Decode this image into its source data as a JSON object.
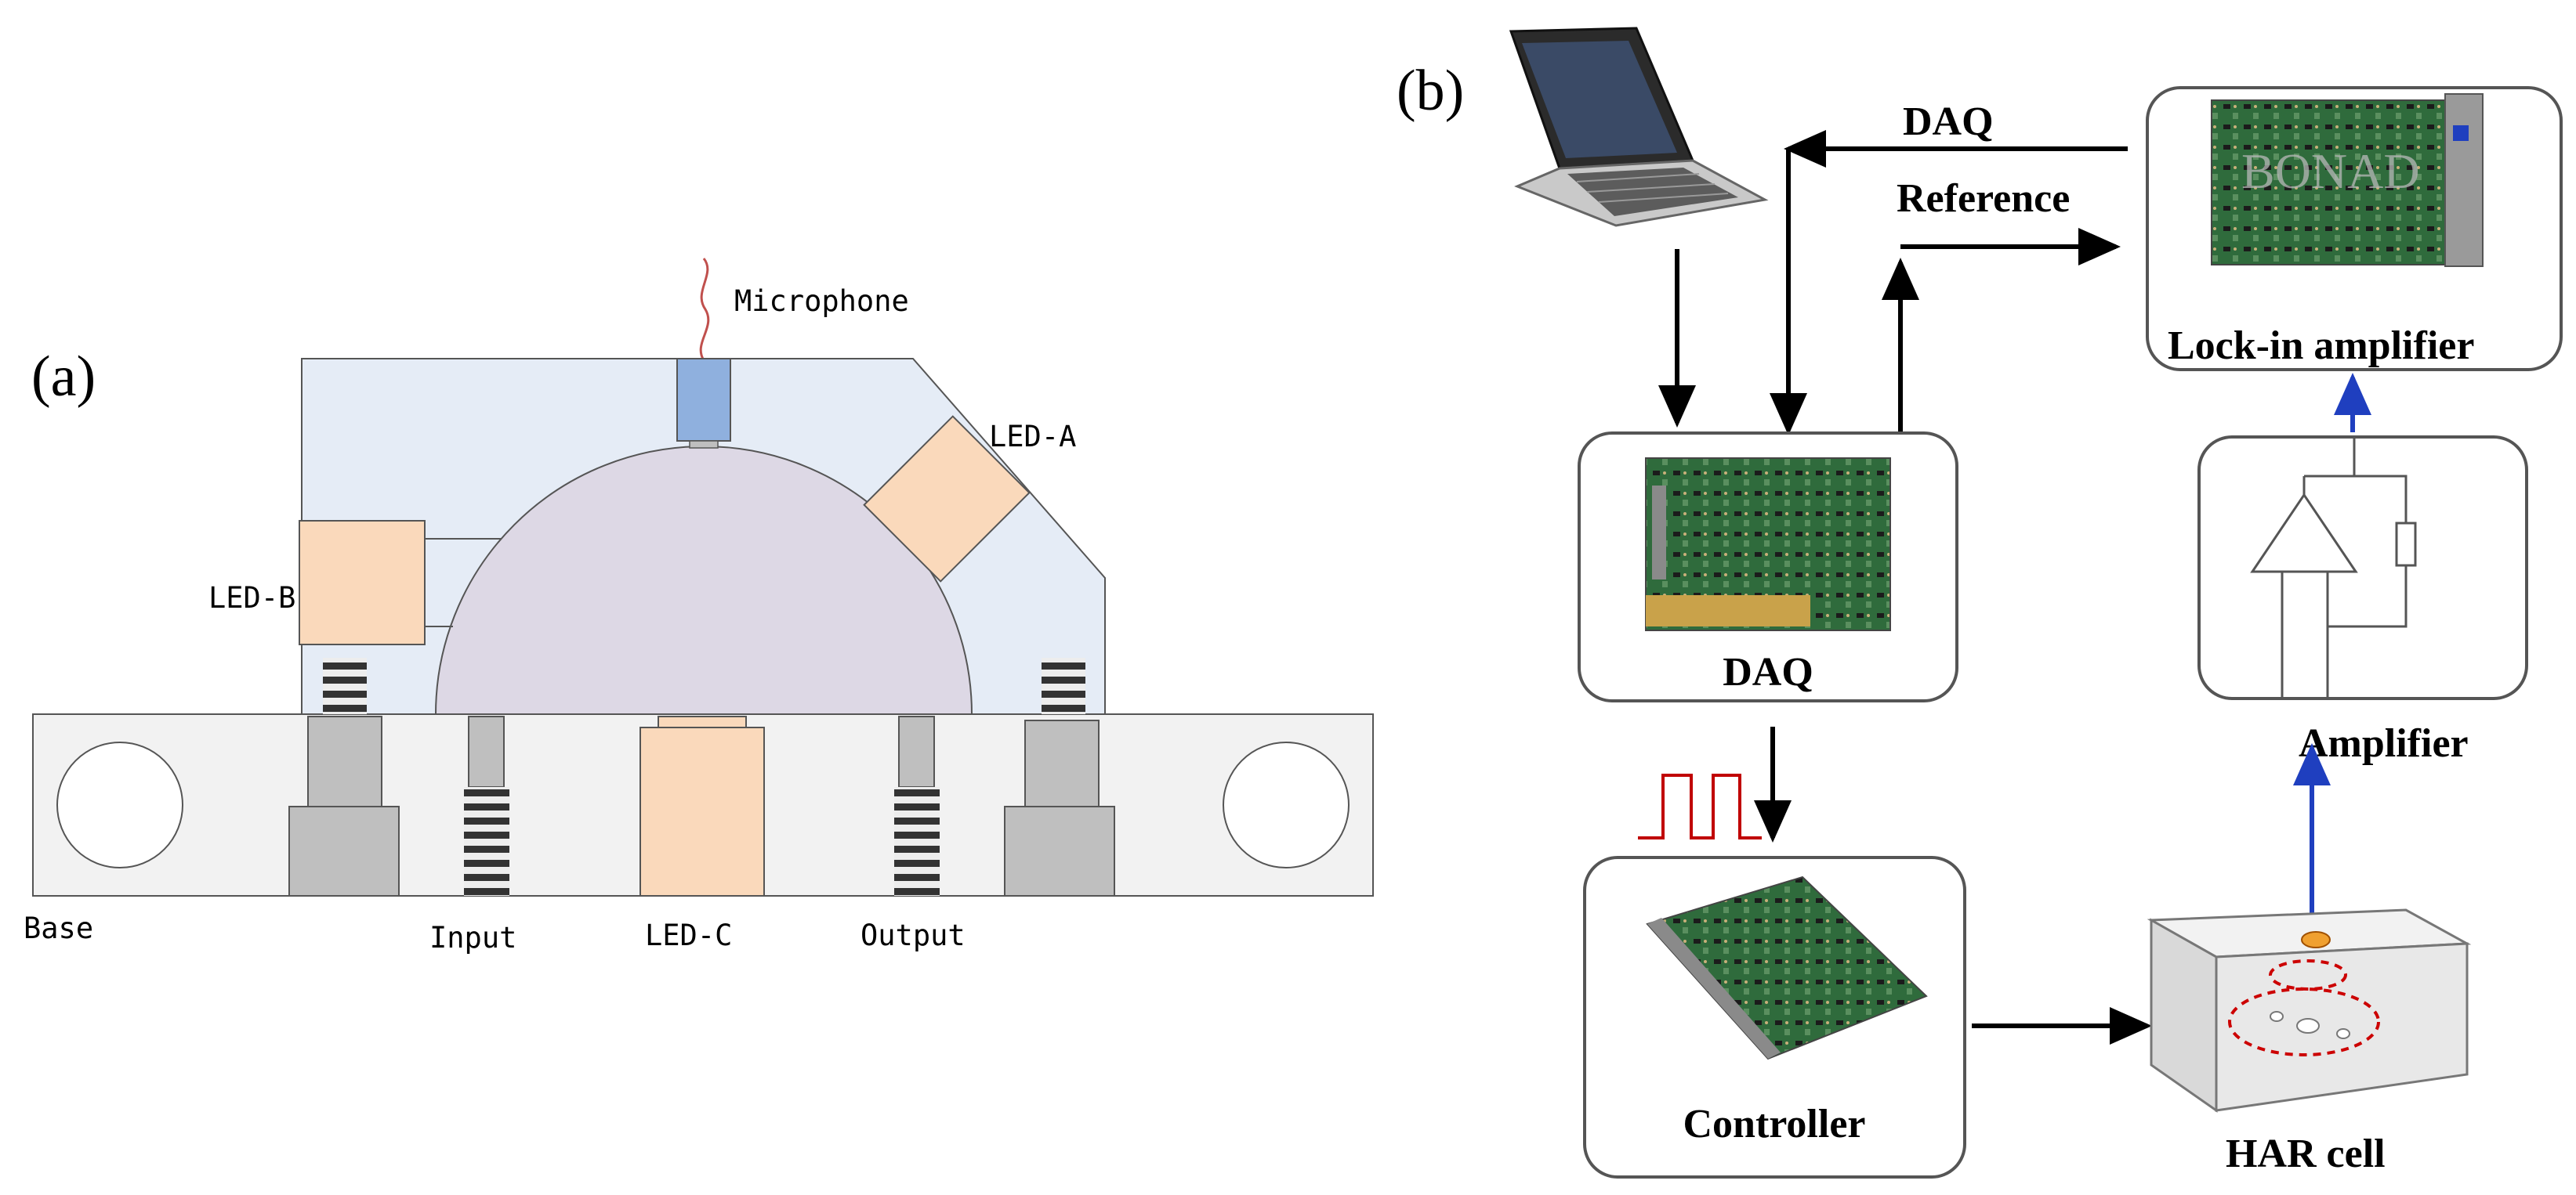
{
  "panel_a": {
    "label": "(a)",
    "labels": {
      "microphone": "Microphone",
      "led_a": "LED-A",
      "led_b": "LED-B",
      "led_c": "LED-C",
      "input": "Input",
      "output": "Output",
      "base": "Base"
    }
  },
  "panel_b": {
    "label": "(b)",
    "labels": {
      "daq_arrow": "DAQ",
      "reference": "Reference",
      "lockin": "Lock-in amplifier",
      "daq_box": "DAQ",
      "amplifier": "Amplifier",
      "controller": "Controller",
      "har_cell": "HAR cell",
      "board_watermark": "BONAD"
    }
  },
  "colors": {
    "cell_body": "#e5ecf6",
    "hemisphere": "#ddd8e5",
    "led": "#fad9bb",
    "microphone": "#8fb0de",
    "base": "#f2f2f2",
    "fitting": "#bfbfbf",
    "mic_wire": "#c0504d",
    "pulse": "#c00000",
    "arrow_black": "#000000",
    "arrow_blue": "#1f3fbf",
    "har_ellipse": "#cc0000"
  }
}
